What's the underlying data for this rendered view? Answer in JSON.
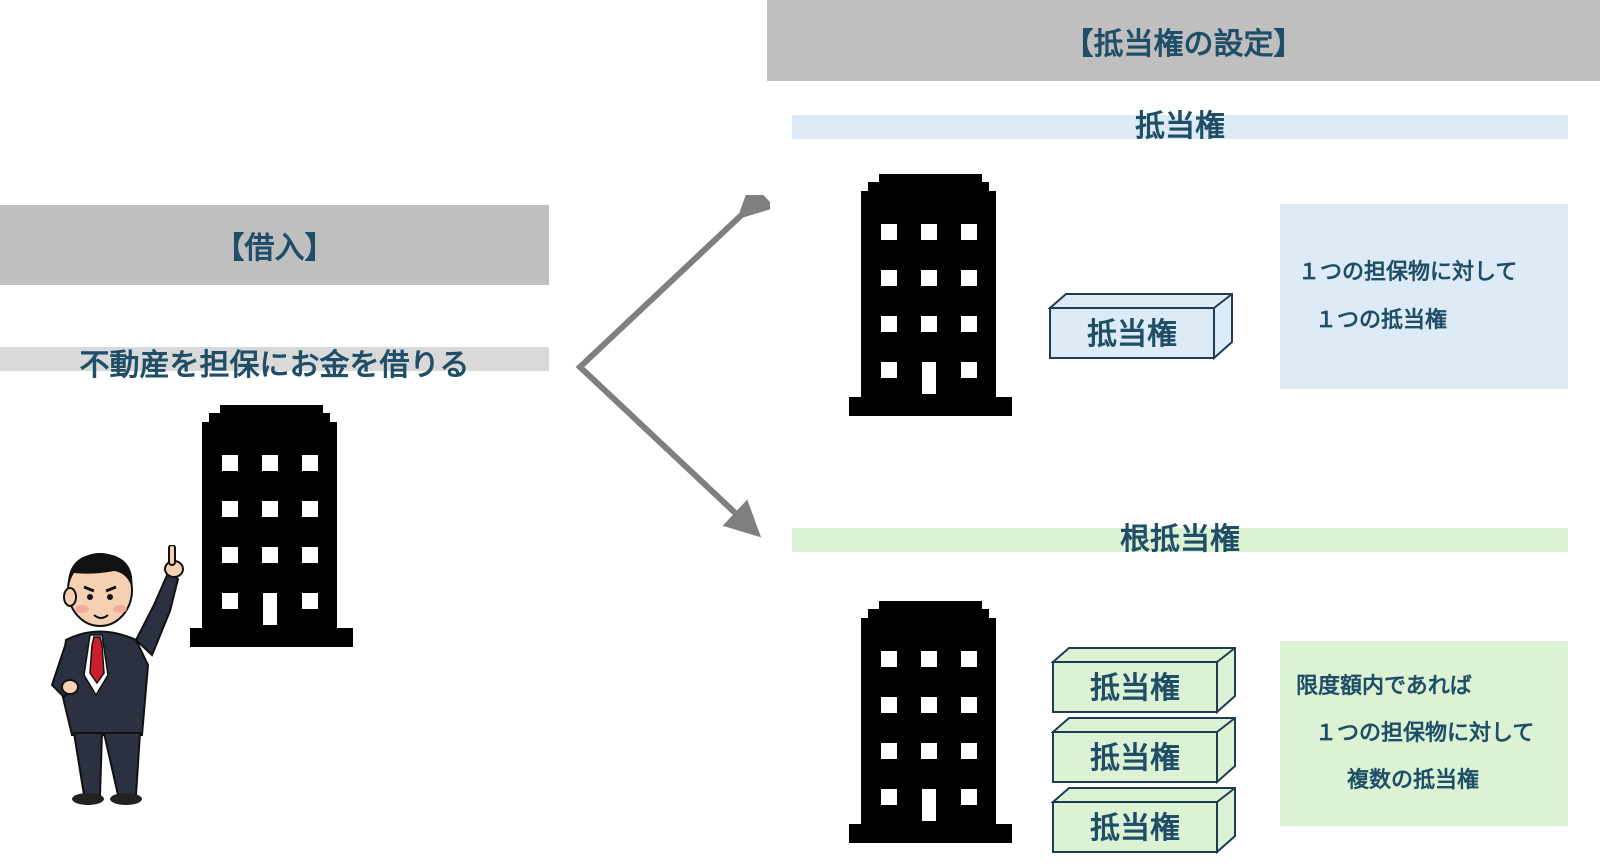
{
  "left": {
    "header": "【借入】",
    "subtitle": "不動産を担保にお金を借りる"
  },
  "right": {
    "header": "【抵当権の設定】",
    "top": {
      "band_label": "抵当権",
      "box_label": "抵当権",
      "note_lines": [
        "１つの担保物に対して",
        "１つの抵当権"
      ]
    },
    "bottom": {
      "band_label": "根抵当権",
      "box_labels": [
        "抵当権",
        "抵当権",
        "抵当権"
      ],
      "note_lines": [
        "限度額内であれば",
        "１つの担保物に対して",
        "複数の抵当権"
      ]
    }
  },
  "colors": {
    "header_bg": "#bfbfbf",
    "blue_band": "#ddebf7",
    "green_band": "#dbf2d4",
    "text": "#1f4e66",
    "arrow": "#7f7f7f"
  },
  "icons": [
    "building-icon",
    "businessman-icon",
    "arrow-icon"
  ]
}
